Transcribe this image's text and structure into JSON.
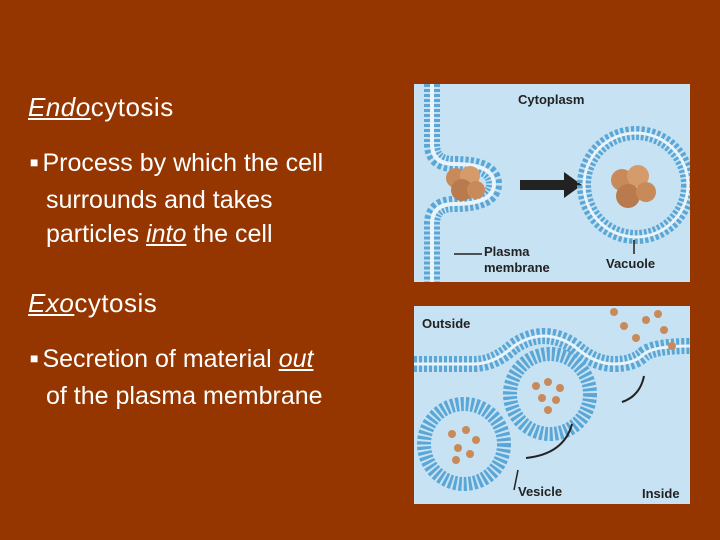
{
  "slide": {
    "endocytosis": {
      "prefix": "Endo",
      "suffix": "cytosis",
      "bullet_lines": [
        "Process by which the cell",
        "surrounds and takes"
      ],
      "line3_pre": "particles ",
      "line3_emph": "into",
      "line3_post": " the cell"
    },
    "exocytosis": {
      "prefix": "Exo",
      "suffix": "cytosis",
      "line1_pre": "Secretion of material ",
      "line1_emph": "out",
      "line2": "of the plasma membrane"
    }
  },
  "diagram_top": {
    "cytoplasm": "Cytoplasm",
    "plasma_line1": "Plasma",
    "plasma_line2": "membrane",
    "vacuole": "Vacuole"
  },
  "diagram_bottom": {
    "outside": "Outside",
    "vesicle": "Vesicle",
    "inside": "Inside"
  },
  "colors": {
    "background": "#953600",
    "panel": "#c6e2f3",
    "membrane": "#5aa6d6",
    "particle": "#c98a5a",
    "arrow": "#222222"
  }
}
